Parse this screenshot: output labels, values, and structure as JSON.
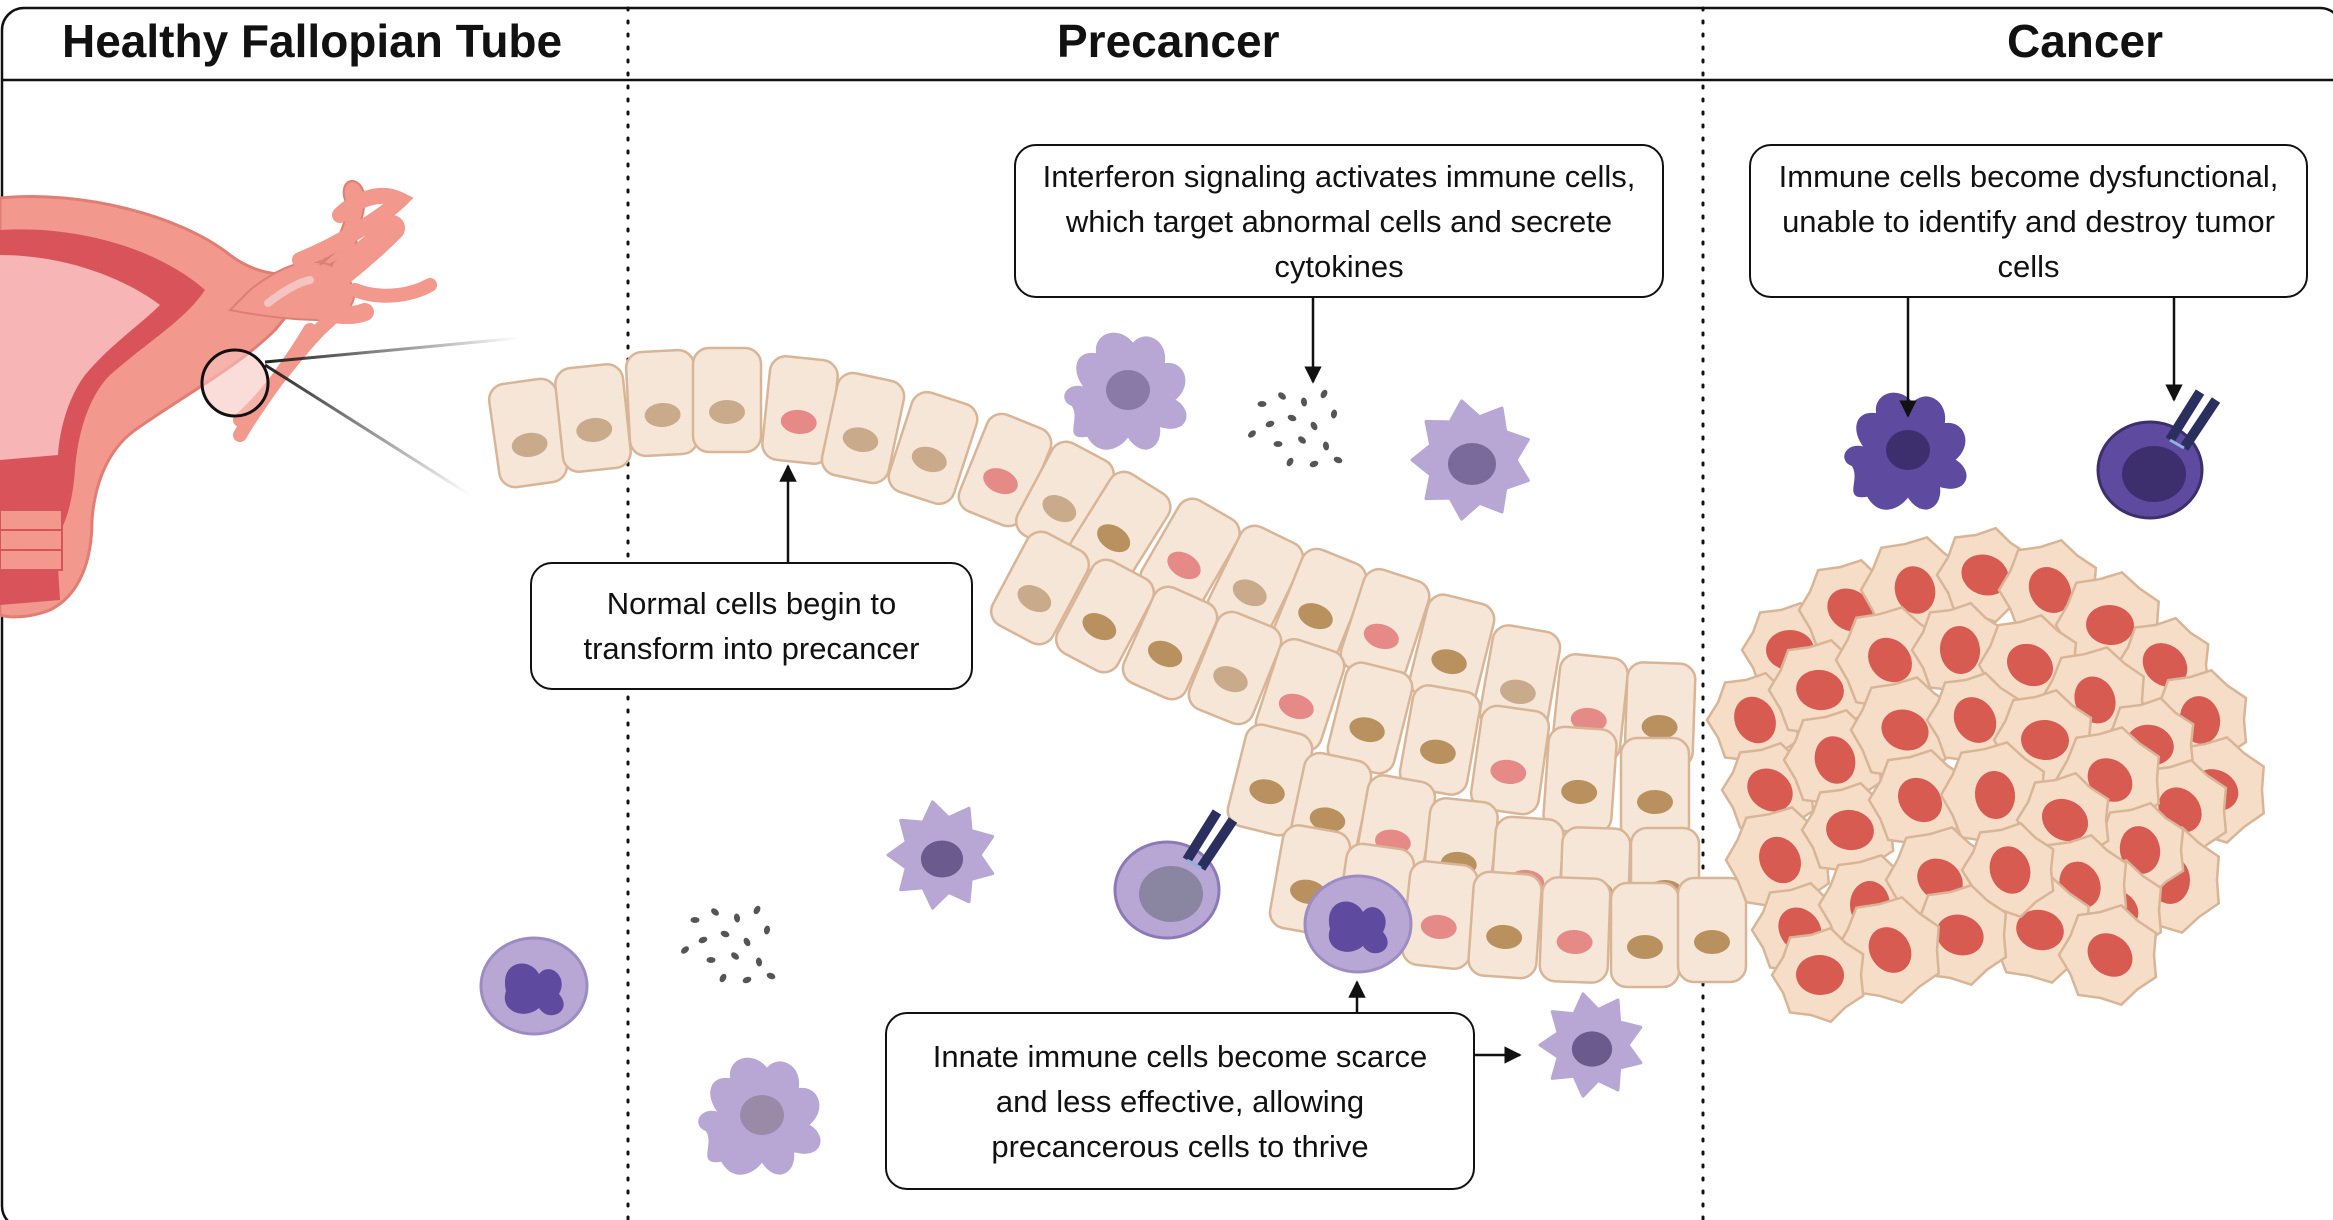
{
  "panels": [
    {
      "title": "Healthy Fallopian Tube"
    },
    {
      "title": "Precancer"
    },
    {
      "title": "Cancer"
    }
  ],
  "callouts": {
    "interferon": "Interferon signaling activates immune cells, which target abnormal cells and secrete cytokines",
    "dysfunctional": "Immune cells become dysfunctional, unable to identify and destroy tumor cells",
    "normal_cells": "Normal cells begin to transform into precancer",
    "innate": "Innate immune cells become scarce and less effective, allowing precancerous cells to thrive"
  },
  "colors": {
    "outline": "#111111",
    "uterus": "#f2988d",
    "uterus_inner": "#d9545a",
    "normal_cell": "#f6e6d8",
    "normal_nucleus": "#c9ab8c",
    "precancer_nucleus": "#b8915e",
    "abnormal_nucleus": "#e68a87",
    "tumor_cell": "#f6ddc7",
    "tumor_nucleus": "#d85b52",
    "immune_light": "#b8a6d4",
    "immune_dark": "#5e4a9e",
    "cytokine": "#555555"
  },
  "icons": [
    "uterus-illustration",
    "magnifier-circle",
    "dendritic-cell-icon",
    "macrophage-icon",
    "t-cell-icon",
    "neutrophil-icon",
    "cytokine-dots-icon",
    "tumor-mass-icon"
  ]
}
